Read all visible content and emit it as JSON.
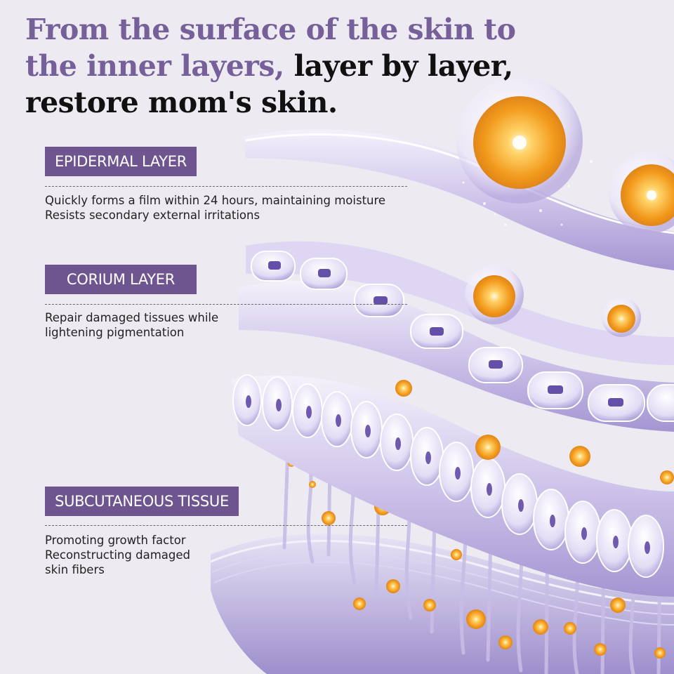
{
  "headline": {
    "line1": "From the surface of the skin to",
    "line2_accent": "the inner layers,",
    "line2_rest": "layer by layer,",
    "line3": "restore mom's skin."
  },
  "layers": [
    {
      "label": "EPIDERMAL LAYER",
      "description": [
        "Quickly forms a film within 24 hours, maintaining moisture",
        "Resists secondary external irritations"
      ]
    },
    {
      "label": "CORIUM LAYER",
      "description": [
        "Repair damaged tissues while",
        "lightening pigmentation"
      ]
    },
    {
      "label": "SUBCUTANEOUS TISSUE",
      "description": [
        "Promoting growth factor",
        "Reconstructing damaged",
        "skin fibers"
      ]
    }
  ],
  "colors": {
    "accent_purple": "#76609a",
    "badge_purple": "#6e5590",
    "background": "#edeaf1",
    "orb_orange": "#f5a623"
  }
}
